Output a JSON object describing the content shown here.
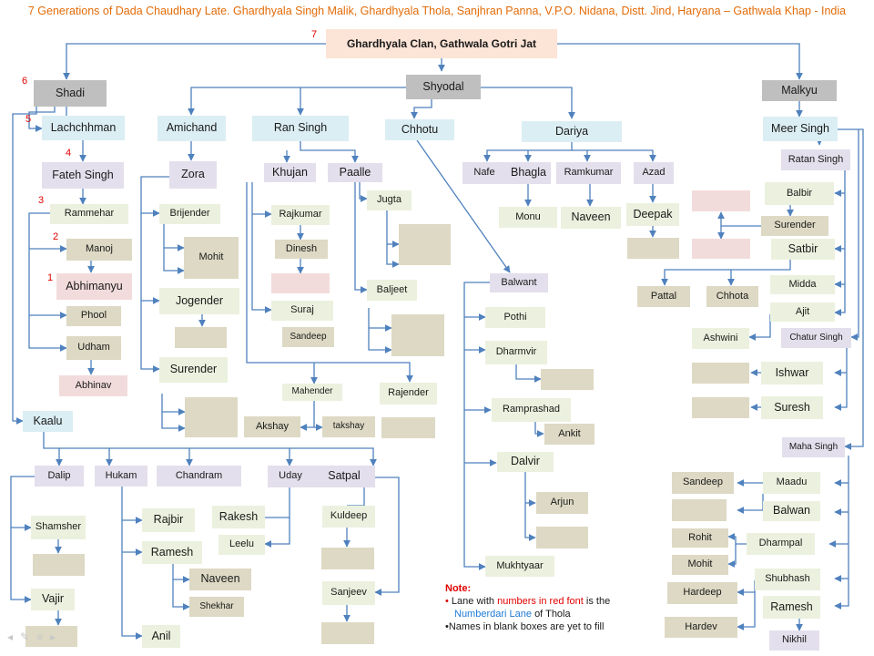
{
  "title": "7 Generations of Dada Chaudhary Late. Ghardhyala Singh Malik, Ghardhyala Thola, Sanjhran Panna, V.P.O. Nidana, Distt. Jind, Haryana – Gathwala Khap - India",
  "colors": {
    "connector": "#4f81bd",
    "title": "#e36c09",
    "generation_number": "#e00000",
    "link": "#1f7ad6"
  },
  "generation_numbers": {
    "g7": "7",
    "g6": "6",
    "g5": "5",
    "g4": "4",
    "g3": "3",
    "g2": "2",
    "g1": "1"
  },
  "people": {
    "root": "Ghardhyala Clan, Gathwala Gotri Jat",
    "shadi": "Shadi",
    "shyodal": "Shyodal",
    "malkyu": "Malkyu",
    "lachchhman": "Lachchhman",
    "fateh_singh": "Fateh Singh",
    "rammehar": "Rammehar",
    "manoj": "Manoj",
    "abhimanyu": "Abhimanyu",
    "phool": "Phool",
    "udham": "Udham",
    "abhinav": "Abhinav",
    "amichand": "Amichand",
    "zora": "Zora",
    "brijender": "Brijender",
    "mohit_b": "Mohit",
    "jogender": "Jogender",
    "surender_z": "Surender",
    "ran_singh": "Ran Singh",
    "khujan": "Khujan",
    "paalle": "Paalle",
    "rajkumar": "Rajkumar",
    "dinesh": "Dinesh",
    "suraj": "Suraj",
    "sandeep_s": "Sandeep",
    "jugta": "Jugta",
    "baljeet": "Baljeet",
    "mahender": "Mahender",
    "akshay": "Akshay",
    "takshay": "takshay",
    "rajender": "Rajender",
    "chhotu": "Chhotu",
    "dariya": "Dariya",
    "nafe": "Nafe",
    "bhagla": "Bhagla",
    "ramkumar": "Ramkumar",
    "azad": "Azad",
    "monu": "Monu",
    "naveen_r": "Naveen",
    "deepak": "Deepak",
    "balwant_c": "Balwant",
    "pothi": "Pothi",
    "dharmvir": "Dharmvir",
    "ramprashad": "Ramprashad",
    "ankit": "Ankit",
    "dalvir": "Dalvir",
    "arjun": "Arjun",
    "mukhtyaar": "Mukhtyaar",
    "meer_singh": "Meer Singh",
    "ratan_singh": "Ratan Singh",
    "balbir": "Balbir",
    "surender_m": "Surender",
    "satbir": "Satbir",
    "pattal": "Pattal",
    "chhota": "Chhota",
    "midda": "Midda",
    "ajit": "Ajit",
    "ashwini": "Ashwini",
    "chatur_singh": "Chatur Singh",
    "ishwar": "Ishwar",
    "suresh": "Suresh",
    "maha_singh": "Maha Singh",
    "maadu": "Maadu",
    "sandeep_m": "Sandeep",
    "balwan": "Balwan",
    "rohit": "Rohit",
    "dharmpal": "Dharmpal",
    "mohit_m": "Mohit",
    "shubhash": "Shubhash",
    "hardeep": "Hardeep",
    "ramesh_m": "Ramesh",
    "hardev": "Hardev",
    "nikhil": "Nikhil",
    "kaalu": "Kaalu",
    "dalip": "Dalip",
    "hukam": "Hukam",
    "chandram": "Chandram",
    "uday": "Uday",
    "satpal": "Satpal",
    "shamsher": "Shamsher",
    "vajir": "Vajir",
    "rajbir": "Rajbir",
    "ramesh_h": "Ramesh",
    "naveen_h": "Naveen",
    "shekhar": "Shekhar",
    "anil": "Anil",
    "rakesh": "Rakesh",
    "leelu": "Leelu",
    "kuldeep": "Kuldeep",
    "sanjeev": "Sanjeev"
  },
  "note": {
    "heading": "Note:",
    "line1_prefix": "Lane with",
    "line1_red": "numbers in red font",
    "line1_suffix": "is the",
    "line2_blue": "Numberdari Lane",
    "line2_suffix": "of Thola",
    "line3": "Names in blank boxes are yet to fill"
  }
}
